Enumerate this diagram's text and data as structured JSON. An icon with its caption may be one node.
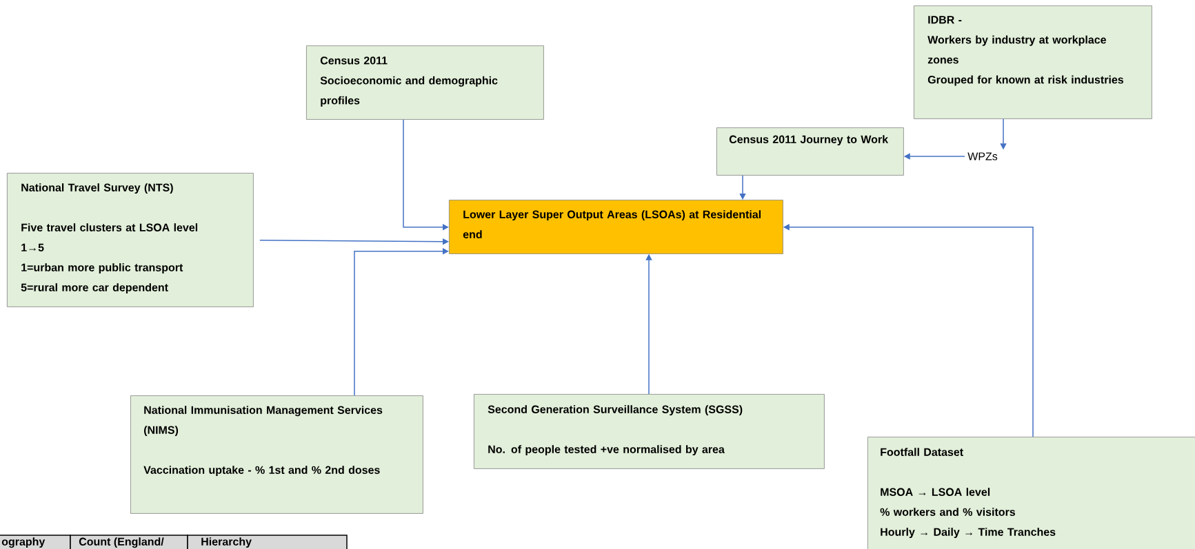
{
  "diagram": {
    "nodes": [
      {
        "text": [
          "Census 2011",
          "Socioeconomic and demographic profiles"
        ]
      },
      {
        "text": [
          "IDBR -",
          "Workers by industry at workplace zones",
          "Grouped for known at risk industries"
        ]
      },
      {
        "text": [
          "Census 2011 Journey to Work"
        ]
      },
      {
        "text": [
          "WPZs"
        ]
      },
      {
        "text": [
          "National Travel Survey (NTS)",
          "Five travel clusters at LSOA level",
          "1→5",
          "1=urban more public transport",
          "5=rural more car dependent"
        ]
      },
      {
        "text": [
          "Lower Layer Super Output Areas (LSOAs) at Residential end"
        ]
      },
      {
        "text": [
          "National Immunisation Management Services (NIMS)",
          "Vaccination uptake - % 1st and % 2nd doses"
        ]
      },
      {
        "text": [
          "Second Generation Surveillance System (SGSS)",
          "No. of people tested +ve normalised by area"
        ]
      },
      {
        "text": [
          "Footfall Dataset",
          "MSOA → LSOA level",
          "% workers and % visitors",
          "Hourly → Daily → Time Tranches"
        ]
      }
    ],
    "edges": [
      {
        "from": 0,
        "to": 5,
        "arrow": "to"
      },
      {
        "from": 4,
        "to": 5,
        "arrow": "to"
      },
      {
        "from": 6,
        "to": 5,
        "arrow": "to"
      },
      {
        "from": 7,
        "to": 5,
        "arrow": "to"
      },
      {
        "from": 2,
        "to": 5,
        "arrow": "to"
      },
      {
        "from": 1,
        "to": 3,
        "arrow": "to"
      },
      {
        "from": 3,
        "to": 2,
        "arrow": "to"
      },
      {
        "from": 8,
        "to": 5,
        "arrow": "to"
      }
    ],
    "labels": [
      "ography",
      "Count (England/",
      "Hierarchy"
    ]
  }
}
